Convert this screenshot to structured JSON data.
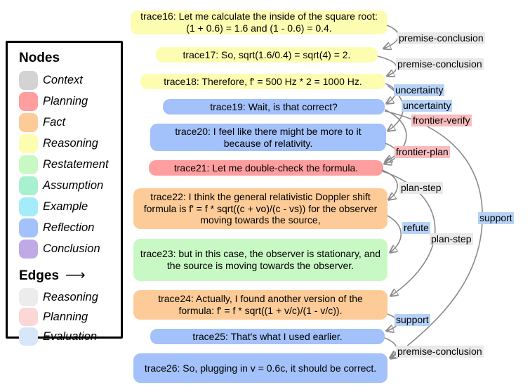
{
  "legend": {
    "nodes_title": "Nodes",
    "edges_title": "Edges",
    "edges_arrow": "⟶",
    "node_types": [
      {
        "label": "Context",
        "color": "#d3d3d3"
      },
      {
        "label": "Planning",
        "color": "#ff9e9e"
      },
      {
        "label": "Fact",
        "color": "#fdcb97"
      },
      {
        "label": "Reasoning",
        "color": "#fdfdb2"
      },
      {
        "label": "Restatement",
        "color": "#c8f9c4"
      },
      {
        "label": "Assumption",
        "color": "#a9f0d1"
      },
      {
        "label": "Example",
        "color": "#a5ecfb"
      },
      {
        "label": "Reflection",
        "color": "#a3c1fa"
      },
      {
        "label": "Conclusion",
        "color": "#bfaae6"
      }
    ],
    "edge_types": [
      {
        "label": "Reasoning",
        "color": "#ececec"
      },
      {
        "label": "Planning",
        "color": "#fcd7d7"
      },
      {
        "label": "Evaluation",
        "color": "#d8e6fa"
      }
    ]
  },
  "graph": {
    "nodes": [
      {
        "id": "trace16",
        "type": "Reasoning",
        "color": "#fdfdb2",
        "text": "trace16: Let me calculate the inside of the square root: (1 + 0.6) = 1.6 and (1 - 0.6) = 0.4."
      },
      {
        "id": "trace17",
        "type": "Reasoning",
        "color": "#fdfdb2",
        "text": "trace17: So, sqrt(1.6/0.4) = sqrt(4) = 2."
      },
      {
        "id": "trace18",
        "type": "Reasoning",
        "color": "#fdfdb2",
        "text": "trace18: Therefore, f' = 500 Hz * 2 = 1000 Hz."
      },
      {
        "id": "trace19",
        "type": "Reflection",
        "color": "#a3c1fa",
        "text": "trace19: Wait, is that correct?"
      },
      {
        "id": "trace20",
        "type": "Reflection",
        "color": "#a3c1fa",
        "text": "trace20: I feel like there might be more to it because of relativity."
      },
      {
        "id": "trace21",
        "type": "Planning",
        "color": "#ff9e9e",
        "text": "trace21: Let me double-check the formula."
      },
      {
        "id": "trace22",
        "type": "Fact",
        "color": "#fdcb97",
        "text": "trace22: I think the general relativistic Doppler shift formula is f' = f * sqrt((c + vo)/(c - vs)) for the observer moving towards the source,"
      },
      {
        "id": "trace23",
        "type": "Restatement",
        "color": "#c8f9c4",
        "text": "trace23: but in this case, the observer is stationary, and the source is moving towards the observer."
      },
      {
        "id": "trace24",
        "type": "Fact",
        "color": "#fdcb97",
        "text": "trace24: Actually, I found another version of the formula: f' = f * sqrt((1 + v/c)/(1 - v/c))."
      },
      {
        "id": "trace25",
        "type": "Reflection",
        "color": "#a3c1fa",
        "text": "trace25: That's what I used earlier."
      },
      {
        "id": "trace26",
        "type": "Reflection",
        "color": "#a3c1fa",
        "text": "trace26: So, plugging in v = 0.6c, it should be correct."
      }
    ],
    "edges": [
      {
        "from": "trace16",
        "to": "trace17",
        "label": "premise-conclusion",
        "type": "Reasoning",
        "label_bg": "#e9e9e9"
      },
      {
        "from": "trace17",
        "to": "trace18",
        "label": "premise-conclusion",
        "type": "Reasoning",
        "label_bg": "#e9e9e9"
      },
      {
        "from": "trace18",
        "to": "trace19",
        "label": "uncertainty",
        "type": "Evaluation",
        "label_bg": "#b7d2f7"
      },
      {
        "from": "trace18",
        "to": "trace20",
        "label": "uncertainty",
        "type": "Evaluation",
        "label_bg": "#b7d2f7"
      },
      {
        "from": "trace19",
        "to": "trace21",
        "label": "frontier-verify",
        "type": "Planning",
        "label_bg": "#f8bcbc"
      },
      {
        "from": "trace20",
        "to": "trace21",
        "label": "frontier-plan",
        "type": "Planning",
        "label_bg": "#f8bcbc"
      },
      {
        "from": "trace21",
        "to": "trace22",
        "label": "plan-step",
        "type": "Reasoning",
        "label_bg": "#e9e9e9"
      },
      {
        "from": "trace22",
        "to": "trace23",
        "label": "refute",
        "type": "Evaluation",
        "label_bg": "#b7d2f7"
      },
      {
        "from": "trace21",
        "to": "trace24",
        "label": "plan-step",
        "type": "Reasoning",
        "label_bg": "#e9e9e9"
      },
      {
        "from": "trace19",
        "to": "trace26",
        "label": "support",
        "type": "Evaluation",
        "label_bg": "#b7d2f7"
      },
      {
        "from": "trace24",
        "to": "trace25",
        "label": "support",
        "type": "Evaluation",
        "label_bg": "#b7d2f7"
      },
      {
        "from": "trace25",
        "to": "trace26",
        "label": "premise-conclusion",
        "type": "Reasoning",
        "label_bg": "#e9e9e9"
      }
    ]
  }
}
